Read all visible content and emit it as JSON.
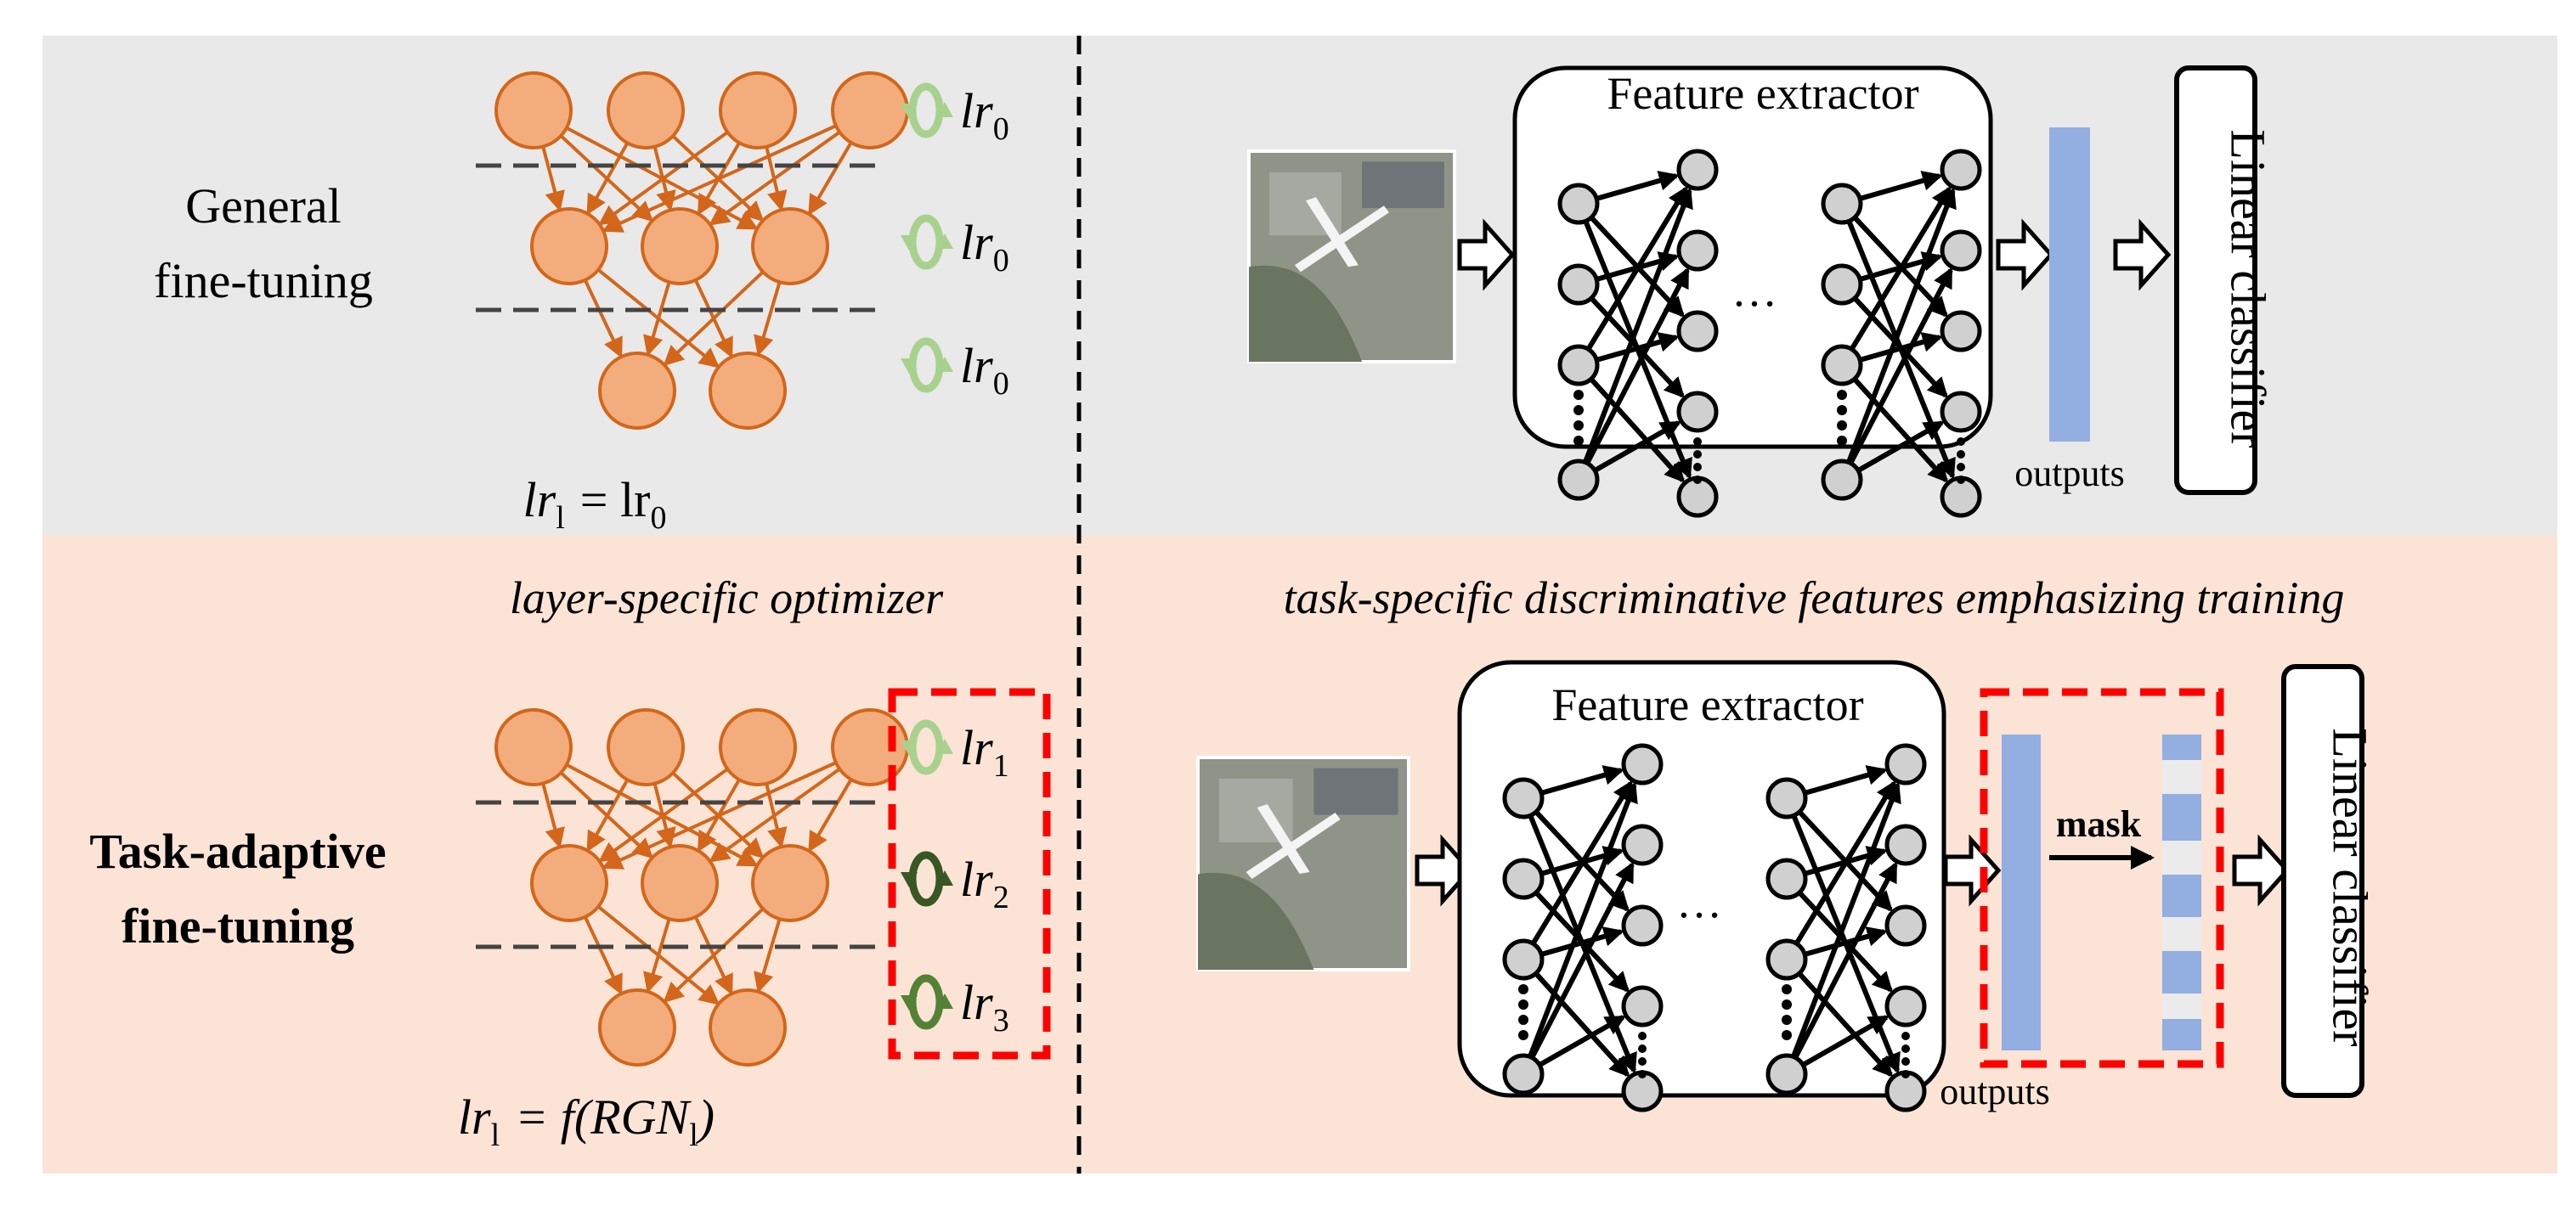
{
  "colors": {
    "top_bg": "#e9e9e9",
    "bottom_bg": "#fbe4d6",
    "node_fill": "#f3ac7b",
    "node_stroke": "#d3661a",
    "feature_blue": "#93aee0",
    "mask_stripe": "#ebebeb",
    "red_dash": "#ff0000",
    "light_green": "#a9d18e",
    "dark_green": "#385723",
    "mid_green": "#548235",
    "neuron_fill": "#d0d0d0"
  },
  "top": {
    "title_line1": "General",
    "title_line2": "fine-tuning",
    "lr_labels": [
      {
        "base": "lr",
        "sub": "0"
      },
      {
        "base": "lr",
        "sub": "0"
      },
      {
        "base": "lr",
        "sub": "0"
      }
    ],
    "formula": {
      "lhs": "lr",
      "lhs_sub": "l",
      "rhs": "= lr",
      "rhs_sub": "0"
    },
    "feature_extractor": "Feature extractor",
    "ellipsis": "…",
    "outputs": "outputs",
    "classifier": "Linear classifier"
  },
  "bottom": {
    "title_line1": "Task-adaptive",
    "title_line2": "fine-tuning",
    "left_caption": "layer-specific optimizer",
    "right_caption": "task-specific discriminative features emphasizing training",
    "lr_labels": [
      {
        "base": "lr",
        "sub": "1"
      },
      {
        "base": "lr",
        "sub": "2"
      },
      {
        "base": "lr",
        "sub": "3"
      }
    ],
    "formula": {
      "lhs": "lr",
      "lhs_sub": "l",
      "mid": "= f(RGN",
      "mid_sub": "l",
      "end": ")"
    },
    "feature_extractor": "Feature extractor",
    "ellipsis": "…",
    "outputs": "outputs",
    "mask": "mask",
    "classifier": "Linear classifier"
  }
}
